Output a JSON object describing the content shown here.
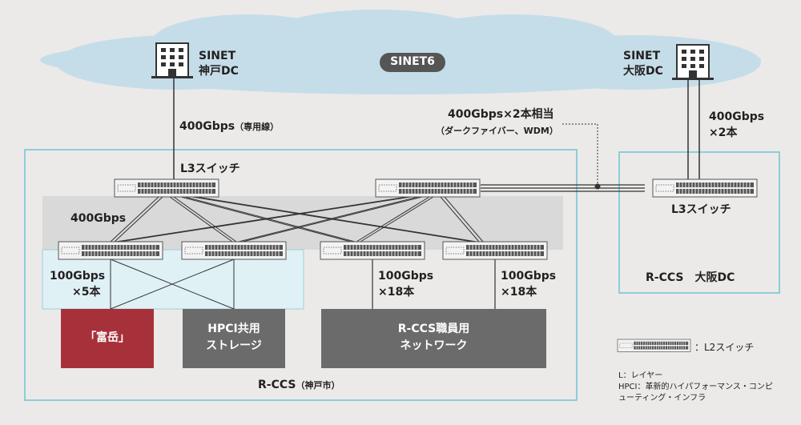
{
  "cloud": {
    "label": "SINET6"
  },
  "dc_kobe": {
    "line1": "SINET",
    "line2": "神戸DC"
  },
  "dc_osaka": {
    "line1": "SINET",
    "line2": "大阪DC"
  },
  "links": {
    "kobe_uplink": "400Gbps",
    "kobe_uplink_note": "（専用線）",
    "wan_line1": "400Gbps×2本相当",
    "wan_line2": "（ダークファイバー、WDM）",
    "osaka_uplink_line1": "400Gbps",
    "osaka_uplink_line2": "×2本",
    "core_mesh": "400Gbps",
    "storage_links_line1": "100Gbps",
    "storage_links_line2": "×5本",
    "staff_links_a_line1": "100Gbps",
    "staff_links_a_line2": "×18本",
    "staff_links_b_line1": "100Gbps",
    "staff_links_b_line2": "×18本"
  },
  "kobe_site": {
    "l3_label": "L3スイッチ",
    "name": "R-CCS",
    "name_note": "（神戸市）"
  },
  "osaka_site": {
    "l3_label": "L3スイッチ",
    "name": "R-CCS　大阪DC"
  },
  "systems": {
    "fugaku": "「富岳」",
    "hpci_line1": "HPCI共用",
    "hpci_line2": "ストレージ",
    "staff_line1": "R-CCS職員用",
    "staff_line2": "ネットワーク"
  },
  "legend": {
    "switch": "：L2スイッチ",
    "note1": "L：レイヤー",
    "note2": "HPCI：革新的ハイパフォーマンス・コンピ",
    "note3": "ューティング・インフラ"
  },
  "colors": {
    "background": "#ebeae8",
    "cloud": "#c5dde9",
    "site_border": "#6fc3d4",
    "core_band": "#d9d9d9",
    "storage_band": "#dff1f5",
    "fugaku": "#a7313a",
    "system_box": "#6b6b6b",
    "pill": "#555555"
  }
}
